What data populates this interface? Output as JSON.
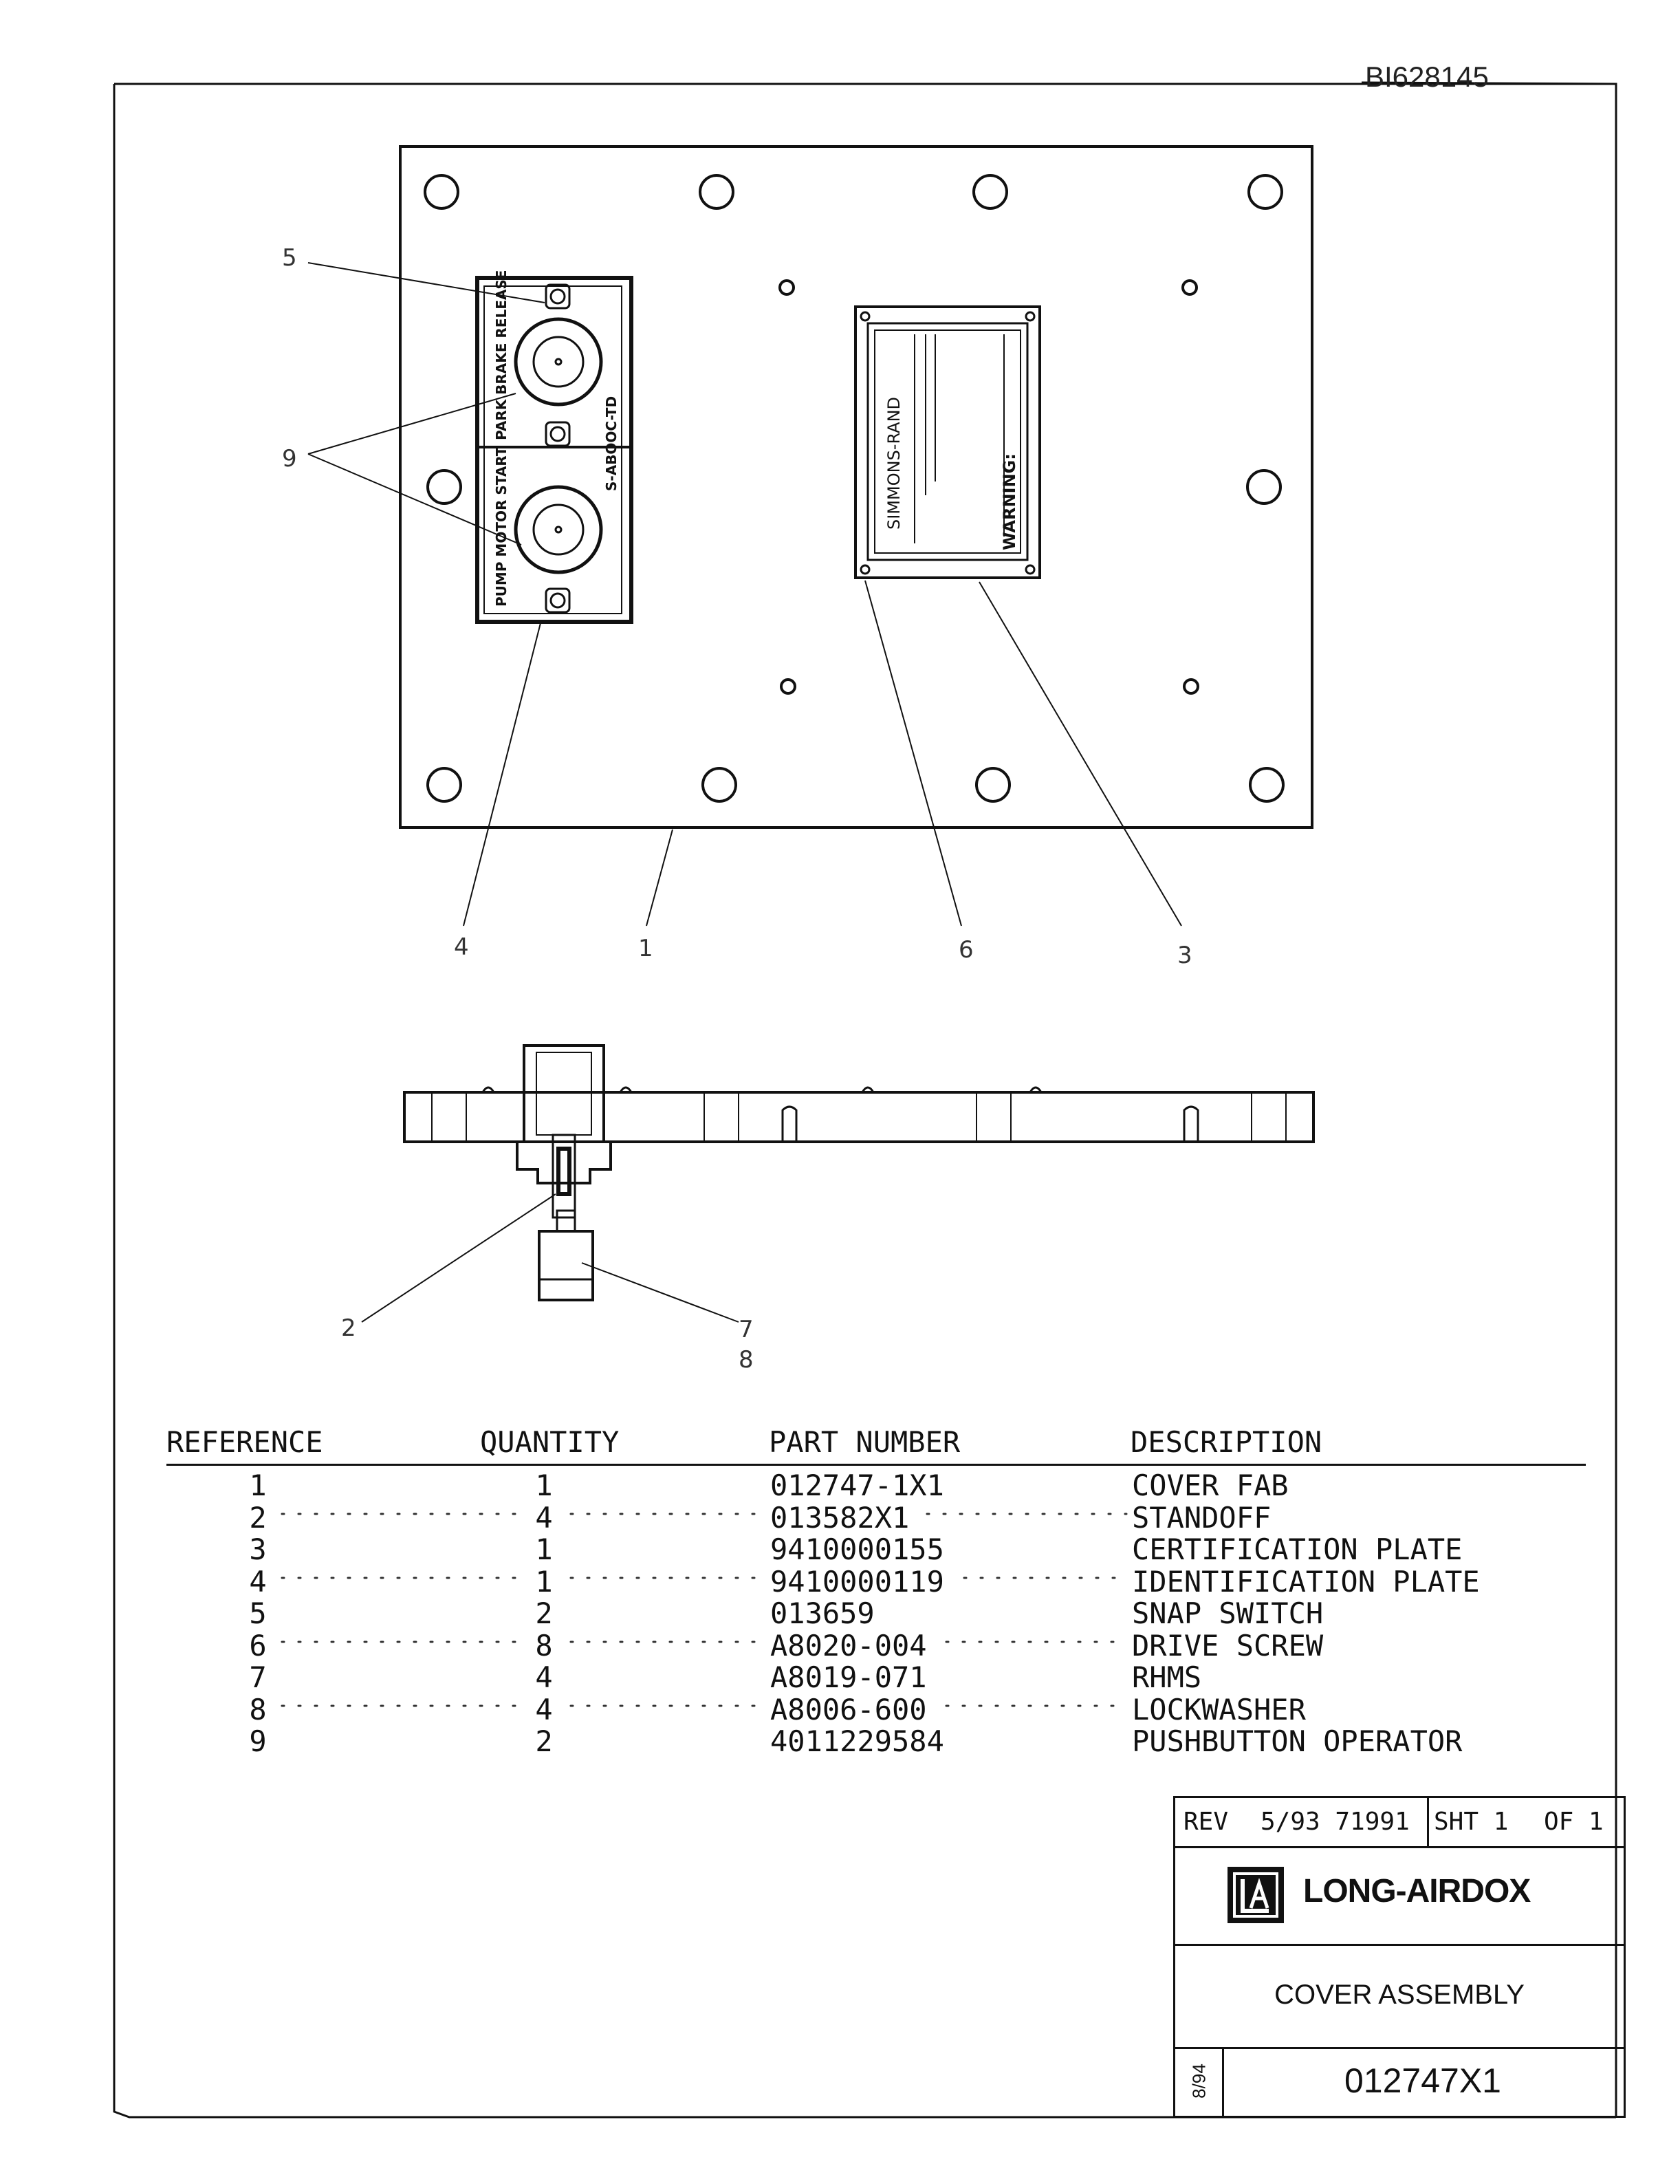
{
  "document": {
    "doc_id": "BI628145"
  },
  "balloons": {
    "b1": "1",
    "b2": "2",
    "b3": "3",
    "b4": "4",
    "b5": "5",
    "b6": "6",
    "b7": "7",
    "b8": "8",
    "b9": "9"
  },
  "switch_labels": {
    "top": "PARK BRAKE RELEASE",
    "bottom": "PUMP MOTOR START",
    "side": "S-ABOOC-TD"
  },
  "plate_labels": {
    "brand": "SIMMONS-RAND",
    "warning": "WARNING:"
  },
  "parts_table": {
    "headers": {
      "reference": "REFERENCE",
      "quantity": "QUANTITY",
      "part_number": "PART NUMBER",
      "description": "DESCRIPTION"
    },
    "rows": [
      {
        "ref": "1",
        "qty": "1",
        "part": "012747-1X1",
        "desc": "COVER FAB"
      },
      {
        "ref": "2",
        "qty": "4",
        "part": "013582X1",
        "desc": "STANDOFF"
      },
      {
        "ref": "3",
        "qty": "1",
        "part": "9410000155",
        "desc": "CERTIFICATION PLATE"
      },
      {
        "ref": "4",
        "qty": "1",
        "part": "9410000119",
        "desc": "IDENTIFICATION PLATE"
      },
      {
        "ref": "5",
        "qty": "2",
        "part": "013659",
        "desc": "SNAP SWITCH"
      },
      {
        "ref": "6",
        "qty": "8",
        "part": "A8020-004",
        "desc": "DRIVE SCREW"
      },
      {
        "ref": "7",
        "qty": "4",
        "part": "A8019-071",
        "desc": "RHMS"
      },
      {
        "ref": "8",
        "qty": "4",
        "part": "A8006-600",
        "desc": "LOCKWASHER"
      },
      {
        "ref": "9",
        "qty": "2",
        "part": "4011229584",
        "desc": "PUSHBUTTON OPERATOR"
      }
    ]
  },
  "title_block": {
    "rev_label": "REV",
    "rev_value": "5/93 71991",
    "sheet_label": "SHT 1",
    "of_label": "OF 1",
    "company": "LONG-AIRDOX",
    "title": "COVER ASSEMBLY",
    "drawing_date": "8/94",
    "drawing_number": "012747X1"
  }
}
